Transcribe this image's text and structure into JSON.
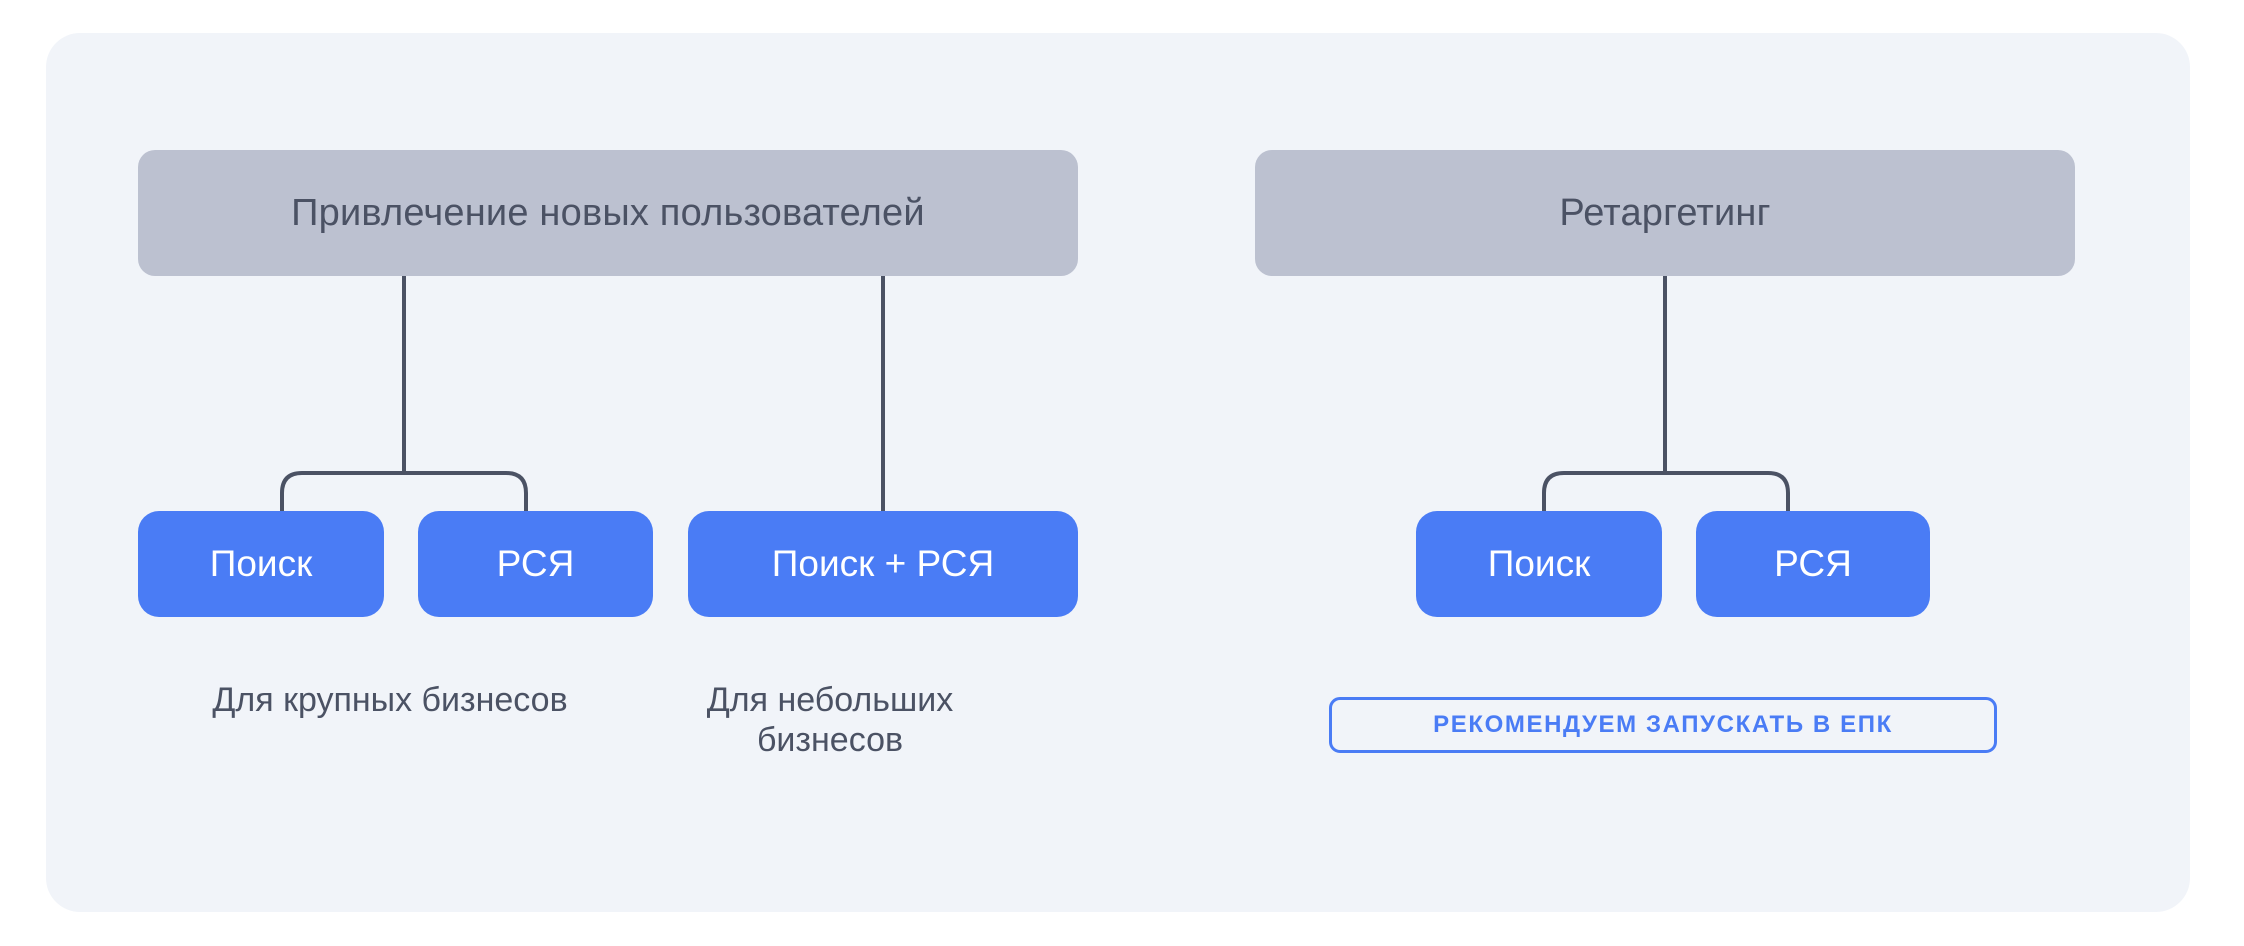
{
  "panel": {
    "background_color": "#f1f4f9"
  },
  "colors": {
    "panel_background": "#f1f4f9",
    "header_box": "#bcc1d0",
    "channel_box": "#4a7cf5",
    "accent_blue": "#4a7cf5",
    "text_dark": "#4b5264",
    "connector_line": "#4b5264",
    "channel_text": "#ffffff"
  },
  "groups": [
    {
      "id": "acquisition",
      "header": "Привлечение новых пользователей",
      "branches": [
        {
          "id": "large-business",
          "channels": [
            "Поиск",
            "РСЯ"
          ],
          "caption": "Для крупных бизнесов"
        },
        {
          "id": "small-business",
          "channels": [
            "Поиск + РСЯ"
          ],
          "caption": "Для небольших бизнесов"
        }
      ]
    },
    {
      "id": "retargeting",
      "header": "Ретаргетинг",
      "branches": [
        {
          "id": "retargeting-channels",
          "channels": [
            "Поиск",
            "РСЯ"
          ],
          "badge": "РЕКОМЕНДУЕМ ЗАПУСКАТЬ В ЕПК"
        }
      ]
    }
  ],
  "headers": {
    "acquisition": "Привлечение новых пользователей",
    "retargeting": "Ретаргетинг"
  },
  "channels": {
    "acquisition_search": "Поиск",
    "acquisition_rsya": "РСЯ",
    "acquisition_both": "Поиск + РСЯ",
    "retargeting_search": "Поиск",
    "retargeting_rsya": "РСЯ"
  },
  "captions": {
    "large_business": "Для крупных бизнесов",
    "small_business": "Для небольших бизнесов"
  },
  "badges": {
    "epk_recommendation": "РЕКОМЕНДУЕМ ЗАПУСКАТЬ В ЕПК"
  }
}
